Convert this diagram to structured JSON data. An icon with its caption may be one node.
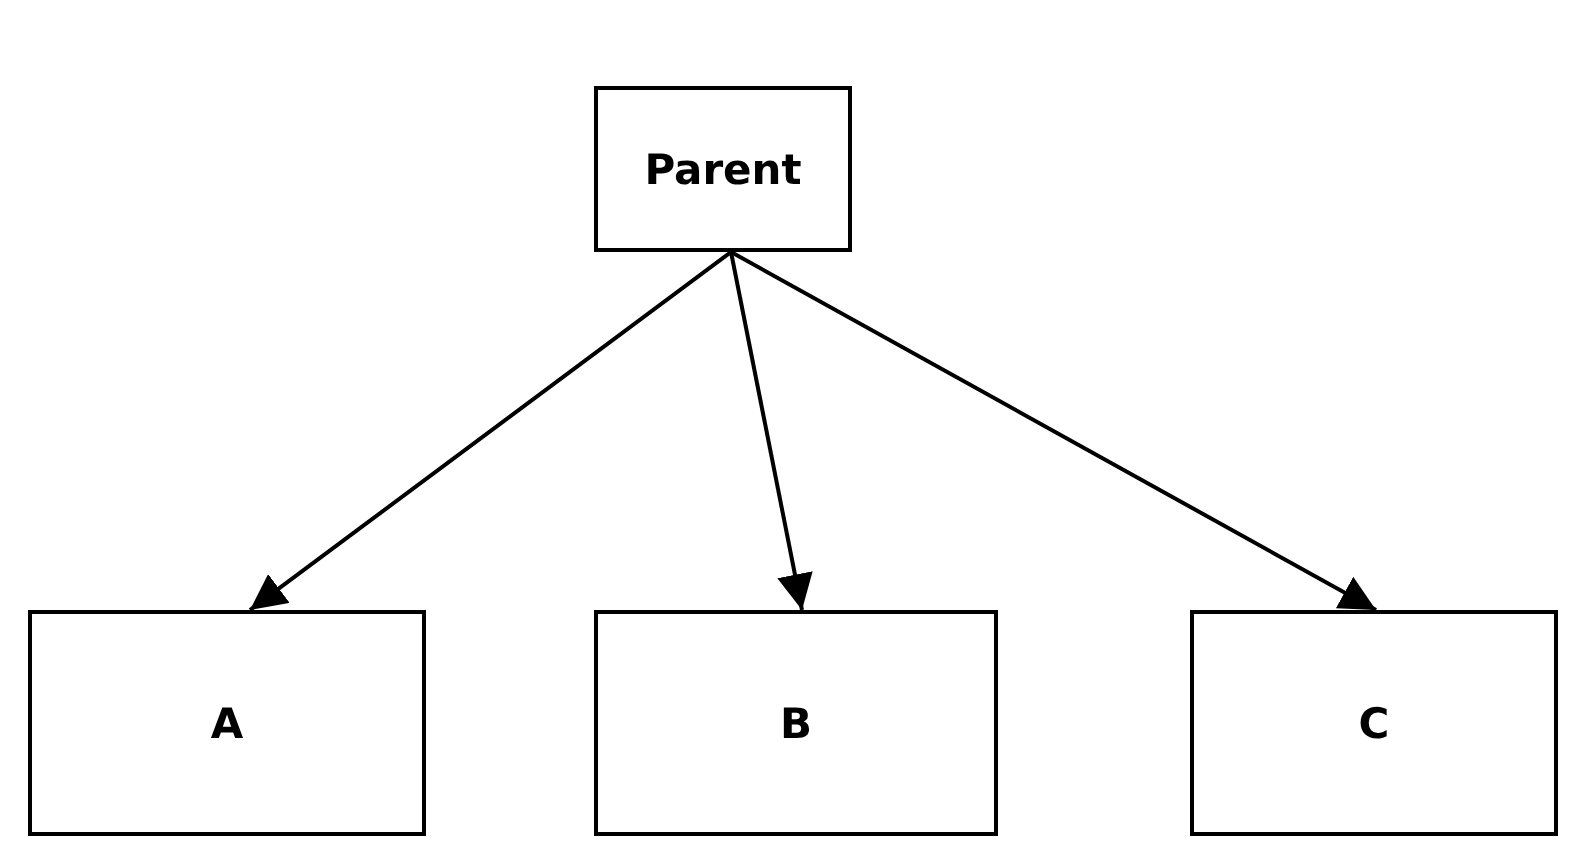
{
  "diagram": {
    "nodes": [
      {
        "text": [
          "Parent"
        ]
      },
      {
        "text": [
          "A"
        ]
      },
      {
        "text": [
          "B"
        ]
      },
      {
        "text": [
          "C"
        ]
      }
    ],
    "edges": [
      {
        "from": 0,
        "to": 1,
        "arrow": "to"
      },
      {
        "from": 0,
        "to": 2,
        "arrow": "to"
      },
      {
        "from": 0,
        "to": 3,
        "arrow": "to"
      }
    ]
  }
}
